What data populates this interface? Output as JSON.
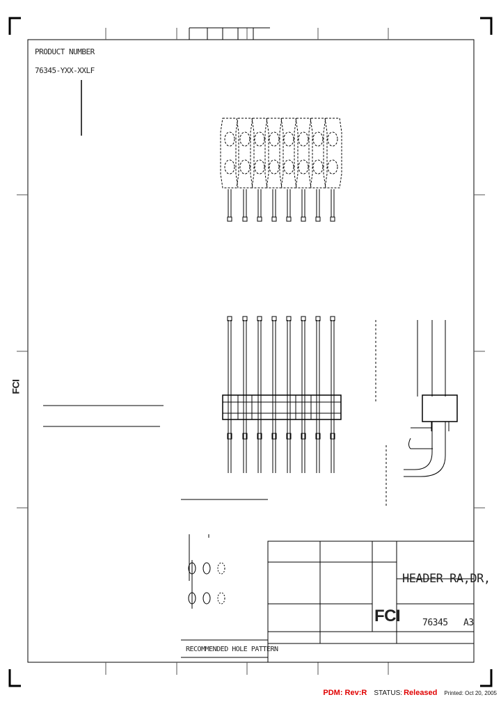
{
  "drawing": {
    "product_number_label": "PRODUCT NUMBER",
    "product_number": "76345-YXX-XXLF",
    "hole_pattern_label": "RECOMMENDED HOLE PATTERN"
  },
  "title_block": {
    "title_line1": "HEADER RA,DR,",
    "part_number": "76345",
    "sheet_size": "A3",
    "logo_text": "FCI"
  },
  "footer": {
    "pdm": "PDM: Rev:R",
    "status_label": "STATUS:",
    "status_value": "Released",
    "printed": "Printed: Oct 20, 2005"
  },
  "colors": {
    "line": "#000000",
    "status": "#e00000"
  }
}
